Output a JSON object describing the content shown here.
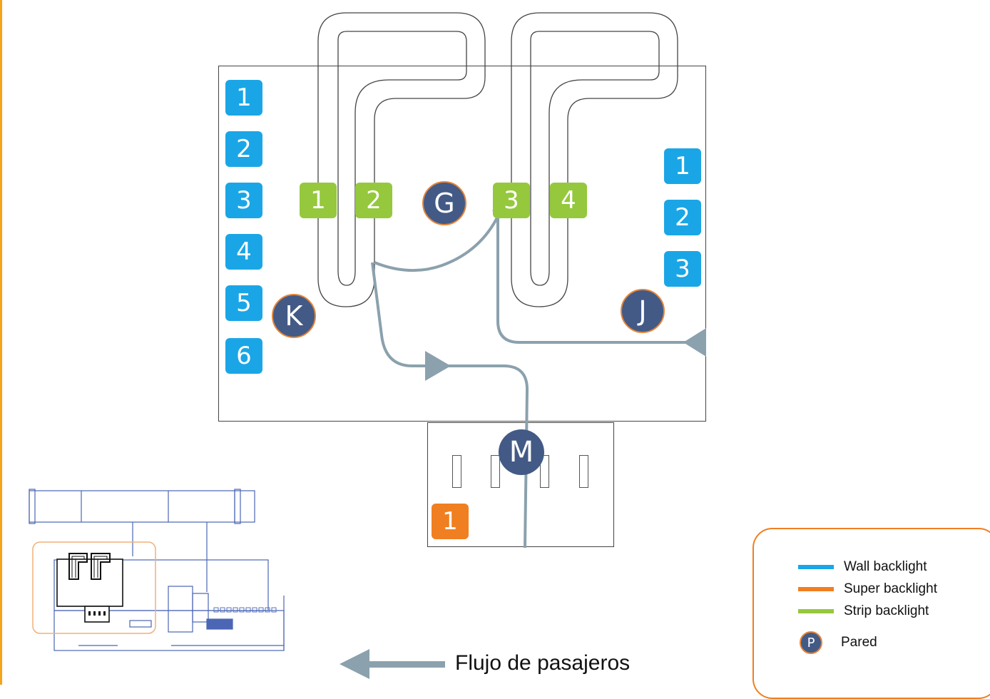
{
  "colors": {
    "wall": "#1aa6e6",
    "super": "#f07f21",
    "strip": "#95c83d",
    "pared": "#435a86",
    "flow": "#8ba1ad"
  },
  "wall_left": [
    "1",
    "2",
    "3",
    "4",
    "5",
    "6"
  ],
  "wall_right": [
    "1",
    "2",
    "3"
  ],
  "strip": [
    "1",
    "2",
    "3",
    "4"
  ],
  "super": [
    "1"
  ],
  "markers": {
    "g": "G",
    "k": "K",
    "j": "J",
    "m": "M"
  },
  "legend": {
    "wall": "Wall backlight",
    "super": "Super backlight",
    "strip": "Strip backlight",
    "pared_symbol": "P",
    "pared": "Pared"
  },
  "flow_label": "Flujo de pasajeros"
}
